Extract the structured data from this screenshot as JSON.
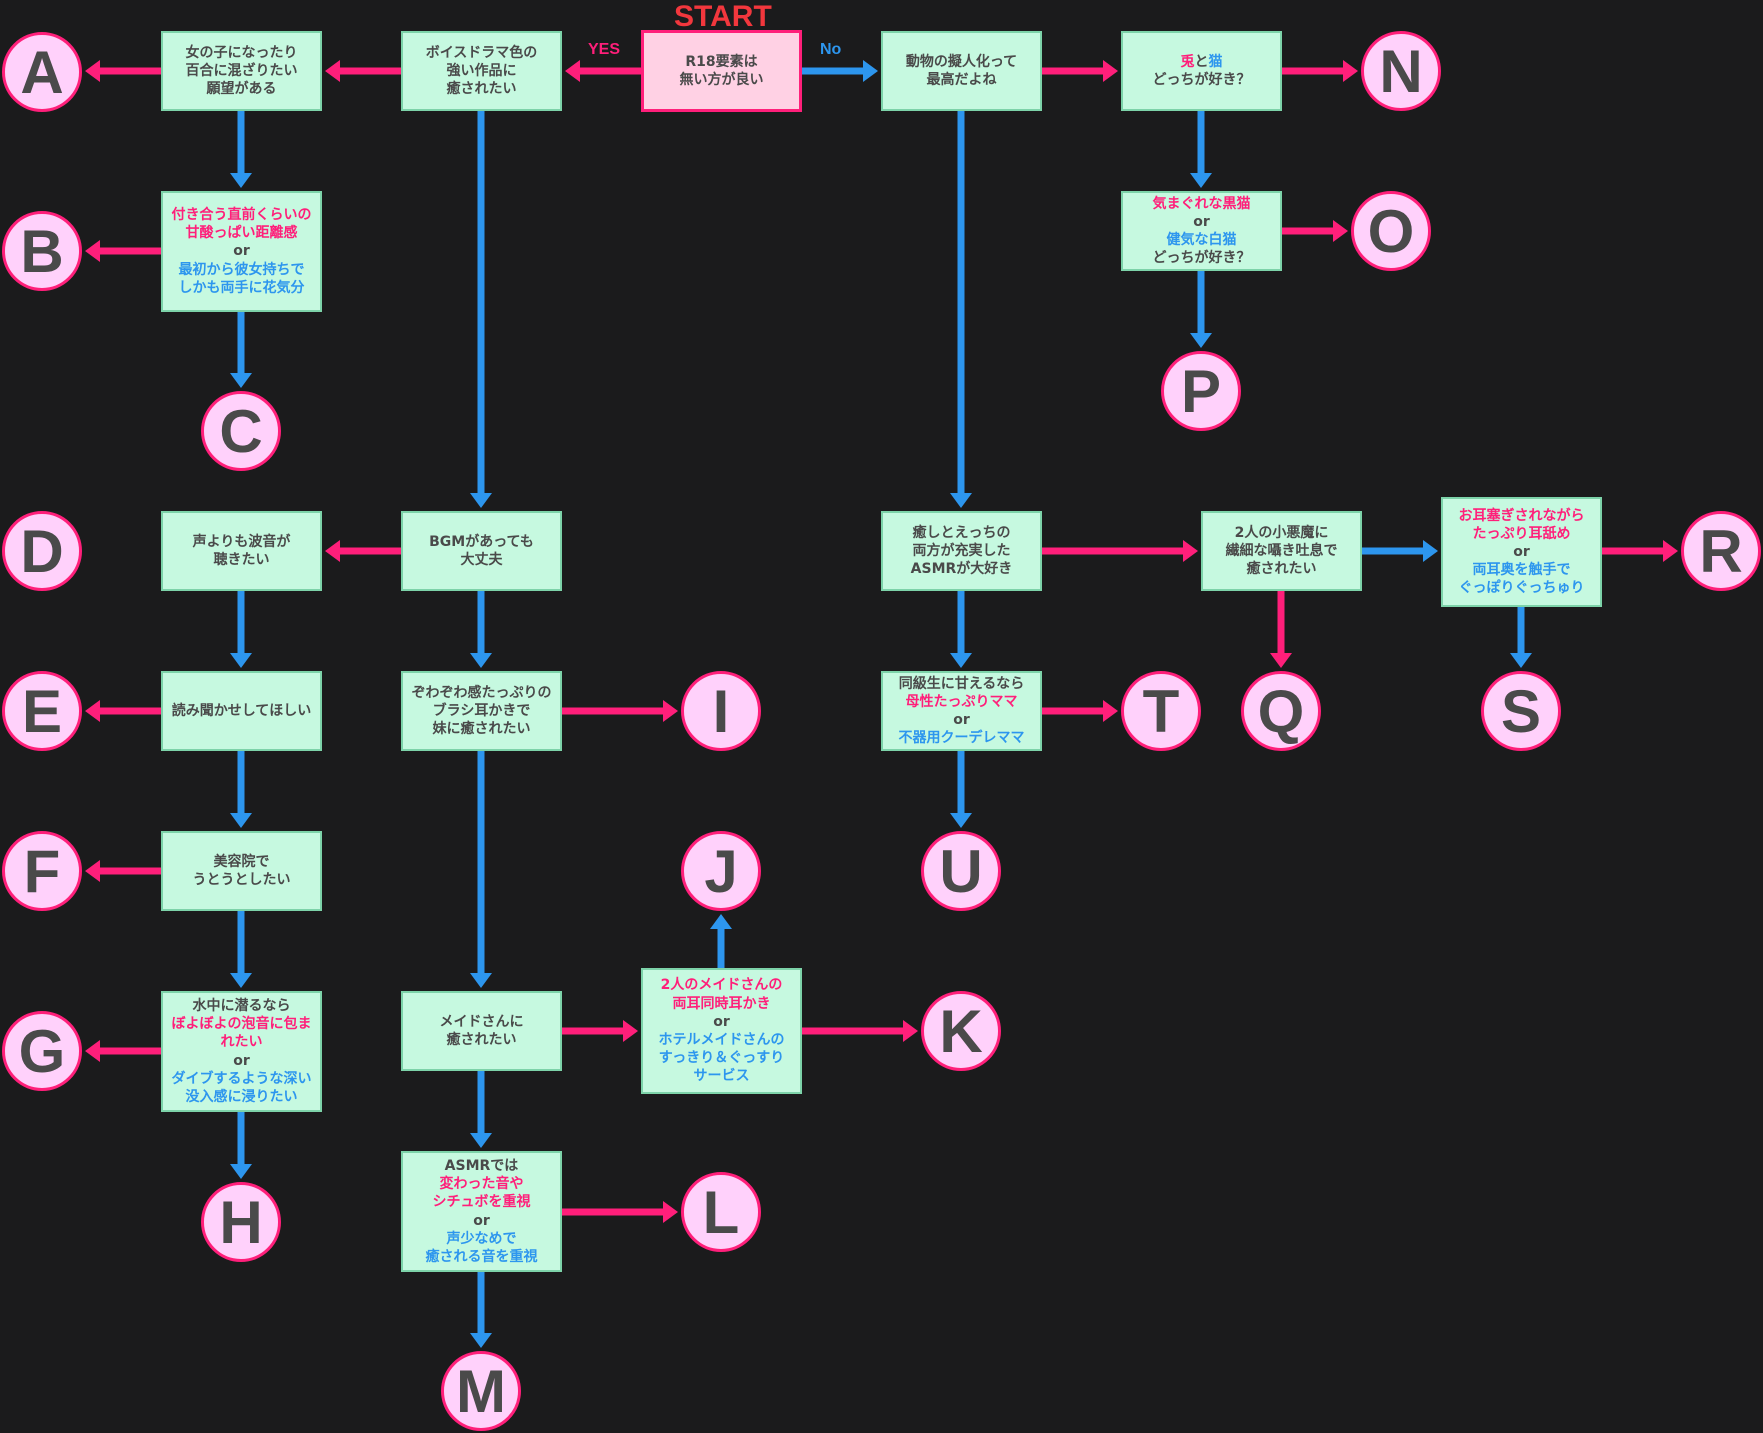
{
  "title": "START",
  "yes_label": "YES",
  "no_label": "No",
  "nodes": {
    "start": [
      [
        {
          "t": "R18要素は",
          "c": "g"
        }
      ],
      [
        {
          "t": "無い方が良い",
          "c": "g"
        }
      ]
    ],
    "voice_drama": [
      [
        {
          "t": "ボイスドラマ色の",
          "c": "g"
        }
      ],
      [
        {
          "t": "強い作品に",
          "c": "g"
        }
      ],
      [
        {
          "t": "癒されたい",
          "c": "g"
        }
      ]
    ],
    "girl": [
      [
        {
          "t": "女の子になったり",
          "c": "g"
        }
      ],
      [
        {
          "t": "百合に混ざりたい",
          "c": "g"
        }
      ],
      [
        {
          "t": "願望がある",
          "c": "g"
        }
      ]
    ],
    "distance": [
      [
        {
          "t": "付き合う直前くらいの",
          "c": "p"
        }
      ],
      [
        {
          "t": "甘酸っぱい距離感",
          "c": "p"
        }
      ],
      [
        {
          "t": "or",
          "c": "g"
        }
      ],
      [
        {
          "t": "最初から彼女持ちで",
          "c": "b"
        }
      ],
      [
        {
          "t": "しかも両手に花気分",
          "c": "b"
        }
      ]
    ],
    "bgm": [
      [
        {
          "t": "BGMがあっても",
          "c": "g"
        }
      ],
      [
        {
          "t": "大丈夫",
          "c": "g"
        }
      ]
    ],
    "waves": [
      [
        {
          "t": "声よりも波音が",
          "c": "g"
        }
      ],
      [
        {
          "t": "聴きたい",
          "c": "g"
        }
      ]
    ],
    "reading": [
      [
        {
          "t": "読み聞かせしてほしい",
          "c": "g"
        }
      ]
    ],
    "salon": [
      [
        {
          "t": "美容院で",
          "c": "g"
        }
      ],
      [
        {
          "t": "うとうとしたい",
          "c": "g"
        }
      ]
    ],
    "underwater": [
      [
        {
          "t": "水中に潜るなら",
          "c": "g"
        }
      ],
      [
        {
          "t": "ぼよぼよの泡音に包ま",
          "c": "p"
        }
      ],
      [
        {
          "t": "れたい",
          "c": "p"
        }
      ],
      [
        {
          "t": "or",
          "c": "g"
        }
      ],
      [
        {
          "t": "ダイブするような深い",
          "c": "b"
        }
      ],
      [
        {
          "t": "没入感に浸りたい",
          "c": "b"
        }
      ]
    ],
    "brush": [
      [
        {
          "t": "ぞわぞわ感たっぷりの",
          "c": "g"
        }
      ],
      [
        {
          "t": "ブラシ耳かきで",
          "c": "g"
        }
      ],
      [
        {
          "t": "妹に癒されたい",
          "c": "g"
        }
      ]
    ],
    "maid": [
      [
        {
          "t": "メイドさんに",
          "c": "g"
        }
      ],
      [
        {
          "t": "癒されたい",
          "c": "g"
        }
      ]
    ],
    "maid_choice": [
      [
        {
          "t": "2人のメイドさんの",
          "c": "p"
        }
      ],
      [
        {
          "t": "両耳同時耳かき",
          "c": "p"
        }
      ],
      [
        {
          "t": "or",
          "c": "g"
        }
      ],
      [
        {
          "t": "ホテルメイドさんの",
          "c": "b"
        }
      ],
      [
        {
          "t": "すっきり＆ぐっすり",
          "c": "b"
        }
      ],
      [
        {
          "t": "サービス",
          "c": "b"
        }
      ]
    ],
    "asmr_sound": [
      [
        {
          "t": "ASMRでは",
          "c": "g"
        }
      ],
      [
        {
          "t": "変わった音や",
          "c": "p"
        }
      ],
      [
        {
          "t": "シチュボを重視",
          "c": "p"
        }
      ],
      [
        {
          "t": "or",
          "c": "g"
        }
      ],
      [
        {
          "t": "声少なめで",
          "c": "b"
        }
      ],
      [
        {
          "t": "癒される音を重視",
          "c": "b"
        }
      ]
    ],
    "animal": [
      [
        {
          "t": "動物の擬人化って",
          "c": "g"
        }
      ],
      [
        {
          "t": "最高だよね",
          "c": "g"
        }
      ]
    ],
    "rabbit_cat": [
      [
        {
          "t": "兎",
          "c": "p"
        },
        {
          "t": "と",
          "c": "g"
        },
        {
          "t": "猫",
          "c": "b"
        }
      ],
      [
        {
          "t": "どっちが好き？",
          "c": "g"
        }
      ]
    ],
    "cats": [
      [
        {
          "t": "気まぐれな黒猫",
          "c": "p"
        }
      ],
      [
        {
          "t": "or",
          "c": "g"
        }
      ],
      [
        {
          "t": "健気な白猫",
          "c": "b"
        }
      ],
      [
        {
          "t": "どっちが好き？",
          "c": "g"
        }
      ]
    ],
    "both": [
      [
        {
          "t": "癒しとえっちの",
          "c": "g"
        }
      ],
      [
        {
          "t": "両方が充実した",
          "c": "g"
        }
      ],
      [
        {
          "t": "ASMRが大好き",
          "c": "g"
        }
      ]
    ],
    "devils": [
      [
        {
          "t": "2人の小悪魔に",
          "c": "g"
        }
      ],
      [
        {
          "t": "繊細な囁き吐息で",
          "c": "g"
        }
      ],
      [
        {
          "t": "癒されたい",
          "c": "g"
        }
      ]
    ],
    "ears": [
      [
        {
          "t": "お耳塞ぎされながら",
          "c": "p"
        }
      ],
      [
        {
          "t": "たっぷり耳舐め",
          "c": "p"
        }
      ],
      [
        {
          "t": "or",
          "c": "g"
        }
      ],
      [
        {
          "t": "両耳奥を触手で",
          "c": "b"
        }
      ],
      [
        {
          "t": "ぐっぽりぐっちゅり",
          "c": "b"
        }
      ]
    ],
    "mama": [
      [
        {
          "t": "同級生に甘えるなら",
          "c": "g"
        }
      ],
      [
        {
          "t": "母性たっぷりママ",
          "c": "p"
        }
      ],
      [
        {
          "t": "or",
          "c": "g"
        }
      ],
      [
        {
          "t": "不器用クーデレママ",
          "c": "b"
        }
      ]
    ]
  },
  "results": [
    "A",
    "B",
    "C",
    "D",
    "E",
    "F",
    "G",
    "H",
    "I",
    "J",
    "K",
    "L",
    "M",
    "N",
    "O",
    "P",
    "Q",
    "R",
    "S",
    "T",
    "U"
  ],
  "colors": {
    "pink": "#ff1f7a",
    "blue": "#2d96ee",
    "box": "#c6f9e0",
    "circle": "#ffd1fb"
  }
}
